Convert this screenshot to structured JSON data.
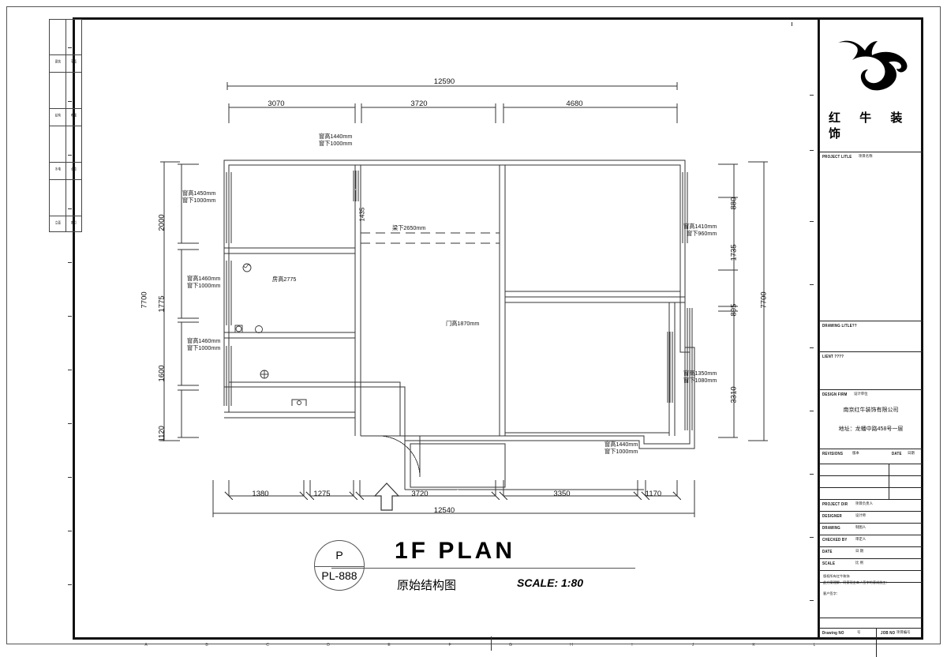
{
  "sheet": {
    "title_main": "1F PLAN",
    "title_sub": "原始结构图",
    "scale_text": "SCALE:  1:80",
    "tag_top": "P",
    "tag_bottom": "PL-888"
  },
  "logo": {
    "brand_line1": "红 牛 装",
    "brand_line2": "饰",
    "mark": "bull-logo-icon"
  },
  "titleblock": {
    "rows": [
      {
        "label": "PROJECT  LITLE",
        "cjk": "项目名称"
      },
      {
        "label": "DRAWING  LITLE??",
        "cjk": ""
      },
      {
        "label": "LIENT ????",
        "cjk": ""
      },
      {
        "label": "DESIGN  FIRM",
        "cjk": "设计单位"
      },
      {
        "label": "REVISIONS",
        "cjk": "版本"
      },
      {
        "label": "DATE",
        "cjk": "日期"
      },
      {
        "label": "PROJECT DIR",
        "cjk": "项目负责人"
      },
      {
        "label": "DESIGNER",
        "cjk": "设计师"
      },
      {
        "label": "DRAWING",
        "cjk": "制图人"
      },
      {
        "label": "CHECKED BY",
        "cjk": "审定人"
      },
      {
        "label": "DATE",
        "cjk": "日  期"
      },
      {
        "label": "SCALE",
        "cjk": "比  例"
      },
      {
        "label": "Drawing NO",
        "cjk": "号"
      },
      {
        "label": "JOB NO",
        "cjk": "项目编号"
      }
    ],
    "firm_name": "南京红牛装饰有限公司",
    "firm_address": "地址：龙蟠中路458号一层",
    "copyright_line1": "版权所有红牛装饰",
    "copyright_line2": "此方案理解，同意现金本人签字的意成施工：",
    "copyright_line3": "客户签字："
  },
  "dimensions": {
    "top_total": "12590",
    "top_segments": [
      "3070",
      "3720",
      "4680"
    ],
    "bottom_total": "12540",
    "bottom_segments": [
      "1380",
      "1275",
      "3720",
      "3350",
      "1170"
    ],
    "left_total": "7700",
    "left_segments": [
      "2000",
      "1775",
      "1600",
      "1120"
    ],
    "right_total": "7700",
    "right_segments": [
      "880",
      "1735",
      "895",
      "3310"
    ],
    "inner_1435": "1435"
  },
  "annotations": {
    "top_window": "窗高1440mm\n窗下1000mm",
    "top_window_l1": "窗高1440mm",
    "top_window_l2": "窗下1000mm",
    "left_window_1_l1": "窗高1450mm",
    "left_window_1_l2": "窗下1000mm",
    "left_window_2_l1": "窗高1460mm",
    "left_window_2_l2": "窗下1000mm",
    "left_window_3_l1": "窗高1460mm",
    "left_window_3_l2": "窗下1000mm",
    "right_window_1_l1": "窗高1410mm",
    "right_window_1_l2": "窗下960mm",
    "right_window_2_l1": "窗高1350mm",
    "right_window_2_l2": "窗下1080mm",
    "bottom_window_l1": "窗高1440mm",
    "bottom_window_l2": "窗下1000mm",
    "beam": "梁下2650mm",
    "room_height": "房高2775",
    "door_height": "门高1870mm"
  },
  "index_strip": {
    "cells": [
      [
        "建筑",
        "平面"
      ],
      [
        "结构",
        "布置"
      ],
      [
        "水电",
        "点位"
      ],
      [
        "立面",
        "索引"
      ]
    ]
  },
  "edge_letters": [
    "A",
    "B",
    "C",
    "D",
    "E",
    "F",
    "G",
    "H",
    "I",
    "J",
    "K",
    "L"
  ]
}
